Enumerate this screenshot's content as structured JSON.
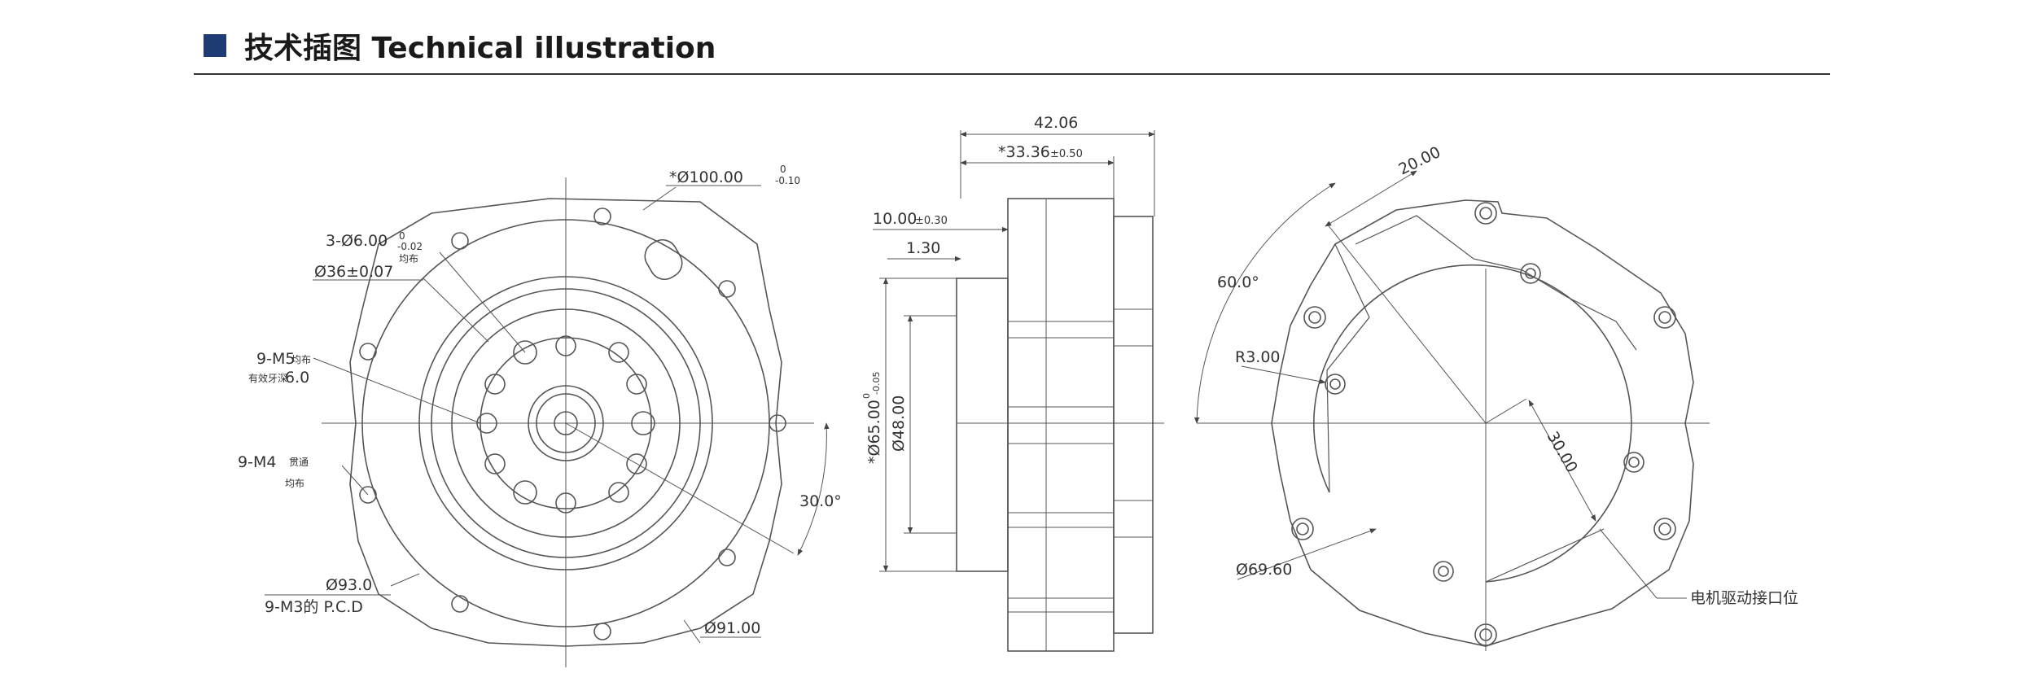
{
  "header": {
    "title": "技术插图 Technical illustration",
    "accent_color": "#1f3b73"
  },
  "front_view": {
    "od_label": "*Ø100.00",
    "od_tol_upper": "0",
    "od_tol_lower": "-0.10",
    "hole3_label": "3-Ø6.00",
    "hole3_tol_upper": "0",
    "hole3_tol_lower": "-0.02",
    "hole3_note": "均布",
    "d36_label": "Ø36±0.07",
    "m5_label": "9-M5",
    "m5_note": "均布",
    "m5_depth_note": "有效牙深",
    "m5_depth_value": "6.0",
    "m4_label": "9-M4",
    "m4_note_1": "贯通",
    "m4_note_2": "均布",
    "angle_label": "30.0°",
    "pcd93_label": "Ø93.0",
    "m3_label": "9-M3的 P.C.D",
    "d91_label": "Ø91.00"
  },
  "side_view": {
    "width_total": "42.06",
    "width_body": "*33.36",
    "width_body_tol": "±0.50",
    "flange_label": "10.00",
    "flange_tol": "±0.30",
    "lip_label": "1.30",
    "d65_label": "*Ø65.00",
    "d65_tol_upper": "0",
    "d65_tol_lower": "-0.05",
    "d48_label": "Ø48.00"
  },
  "rear_view": {
    "dim_20": "20.00",
    "angle_60": "60.0°",
    "radius_label": "R3.00",
    "dim_30": "30.00",
    "d69_label": "Ø69.60",
    "connector_label": "电机驱动接口位"
  }
}
